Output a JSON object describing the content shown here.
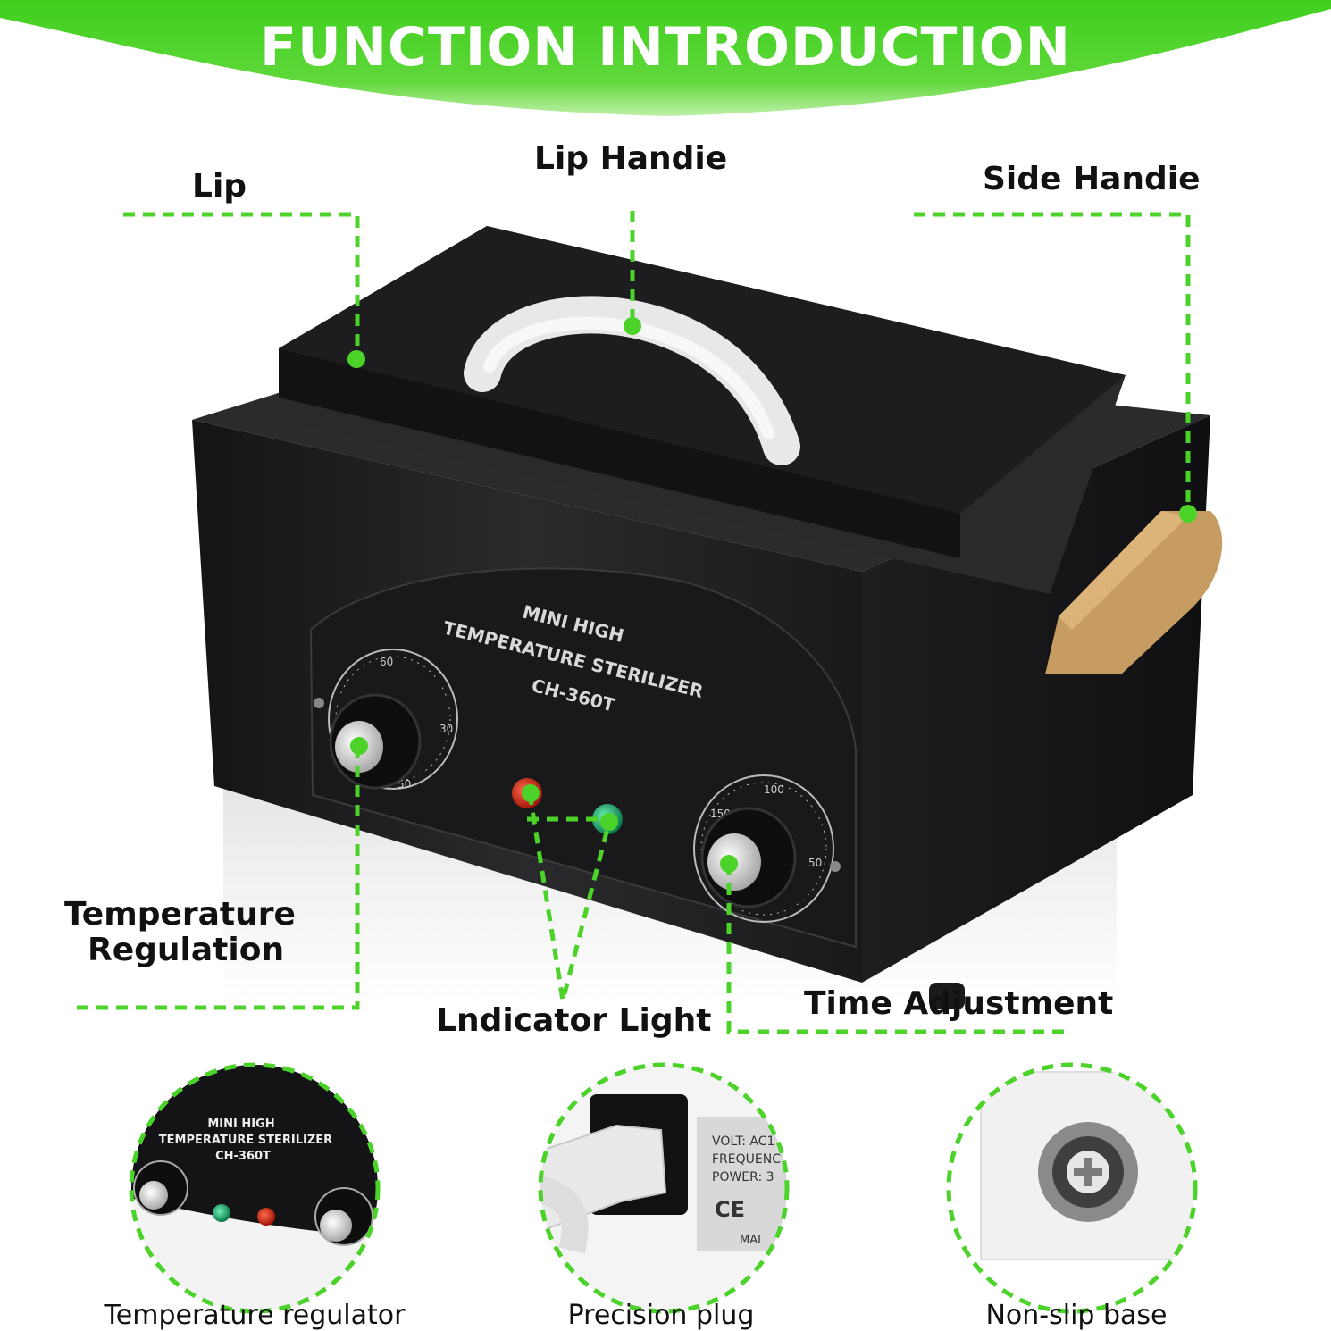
{
  "banner": {
    "title": "FUNCTION INTRODUCTION",
    "color": "#4cd32a"
  },
  "product": {
    "panel_lines": [
      "MINI HIGH",
      "TEMPERATURE STERILIZER",
      "CH-360T"
    ],
    "dial_left_ticks": [
      "60",
      "30",
      "50"
    ],
    "dial_right_ticks": [
      "100",
      "150",
      "50"
    ]
  },
  "callouts": {
    "lid": "Lip",
    "lid_handle": "Lip Handie",
    "side_handle": "Side Handie",
    "temperature_regulation_line1": "Temperature",
    "temperature_regulation_line2": "Regulation",
    "indicator_light": "Lndicator Light",
    "time_adjustment": "Time Adjustment"
  },
  "details": [
    {
      "caption": "Temperature regulator",
      "panel_lines": [
        "MINI HIGH",
        "TEMPERATURE STERILIZER",
        "CH-360T"
      ]
    },
    {
      "caption": "Precision plug",
      "plate_lines": [
        "VOLT: AC1",
        "FREQUENC",
        "POWER: 3",
        "CE",
        "MAI"
      ]
    },
    {
      "caption": "Non-slip base"
    }
  ],
  "colors": {
    "accent": "#4cd32a",
    "body": "#1c1c1e",
    "handle_tan": "#c79c62",
    "lid_handle": "#f2f2f2"
  }
}
